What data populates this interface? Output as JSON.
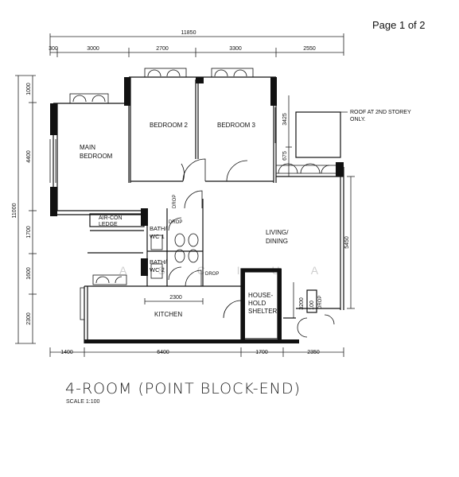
{
  "page_indicator": "Page 1 of 2",
  "title": "4-ROOM (POINT BLOCK-END)",
  "scale": "SCALE   1:100",
  "watermark": "A   S   C   I   U   A",
  "overall_width": "11850",
  "overall_depth": "11000",
  "top_dims": [
    "300",
    "3000",
    "2700",
    "3300",
    "2550"
  ],
  "bottom_dims": [
    "1400",
    "6400",
    "1700",
    "2350"
  ],
  "left_dims": [
    "1000",
    "4400",
    "1700",
    "1600",
    "2300"
  ],
  "right_dims": {
    "d3425": "3425",
    "d675": "675",
    "d5450": "5450",
    "d3200": "3200",
    "d2300": "2300",
    "d100": "100"
  },
  "roof_note": [
    "ROOF AT 2ND STOREY",
    "ONLY."
  ],
  "rooms": {
    "main_bedroom": [
      "MAIN",
      "BEDROOM"
    ],
    "bedroom2": "BEDROOM 2",
    "bedroom3": "BEDROOM 3",
    "living": [
      "LIVING/",
      "DINING"
    ],
    "kitchen": "KITCHEN",
    "shelter": [
      "HOUSE-",
      "HOLD",
      "SHELTER"
    ],
    "aircon": [
      "AIR-CON",
      "LEDGE"
    ],
    "bath1": [
      "BATH/",
      "WC 1"
    ],
    "bath2": [
      "BATH/",
      "WC 2"
    ]
  },
  "drop_labels": [
    "DROP",
    "DROP",
    "DROP",
    "DROP"
  ]
}
